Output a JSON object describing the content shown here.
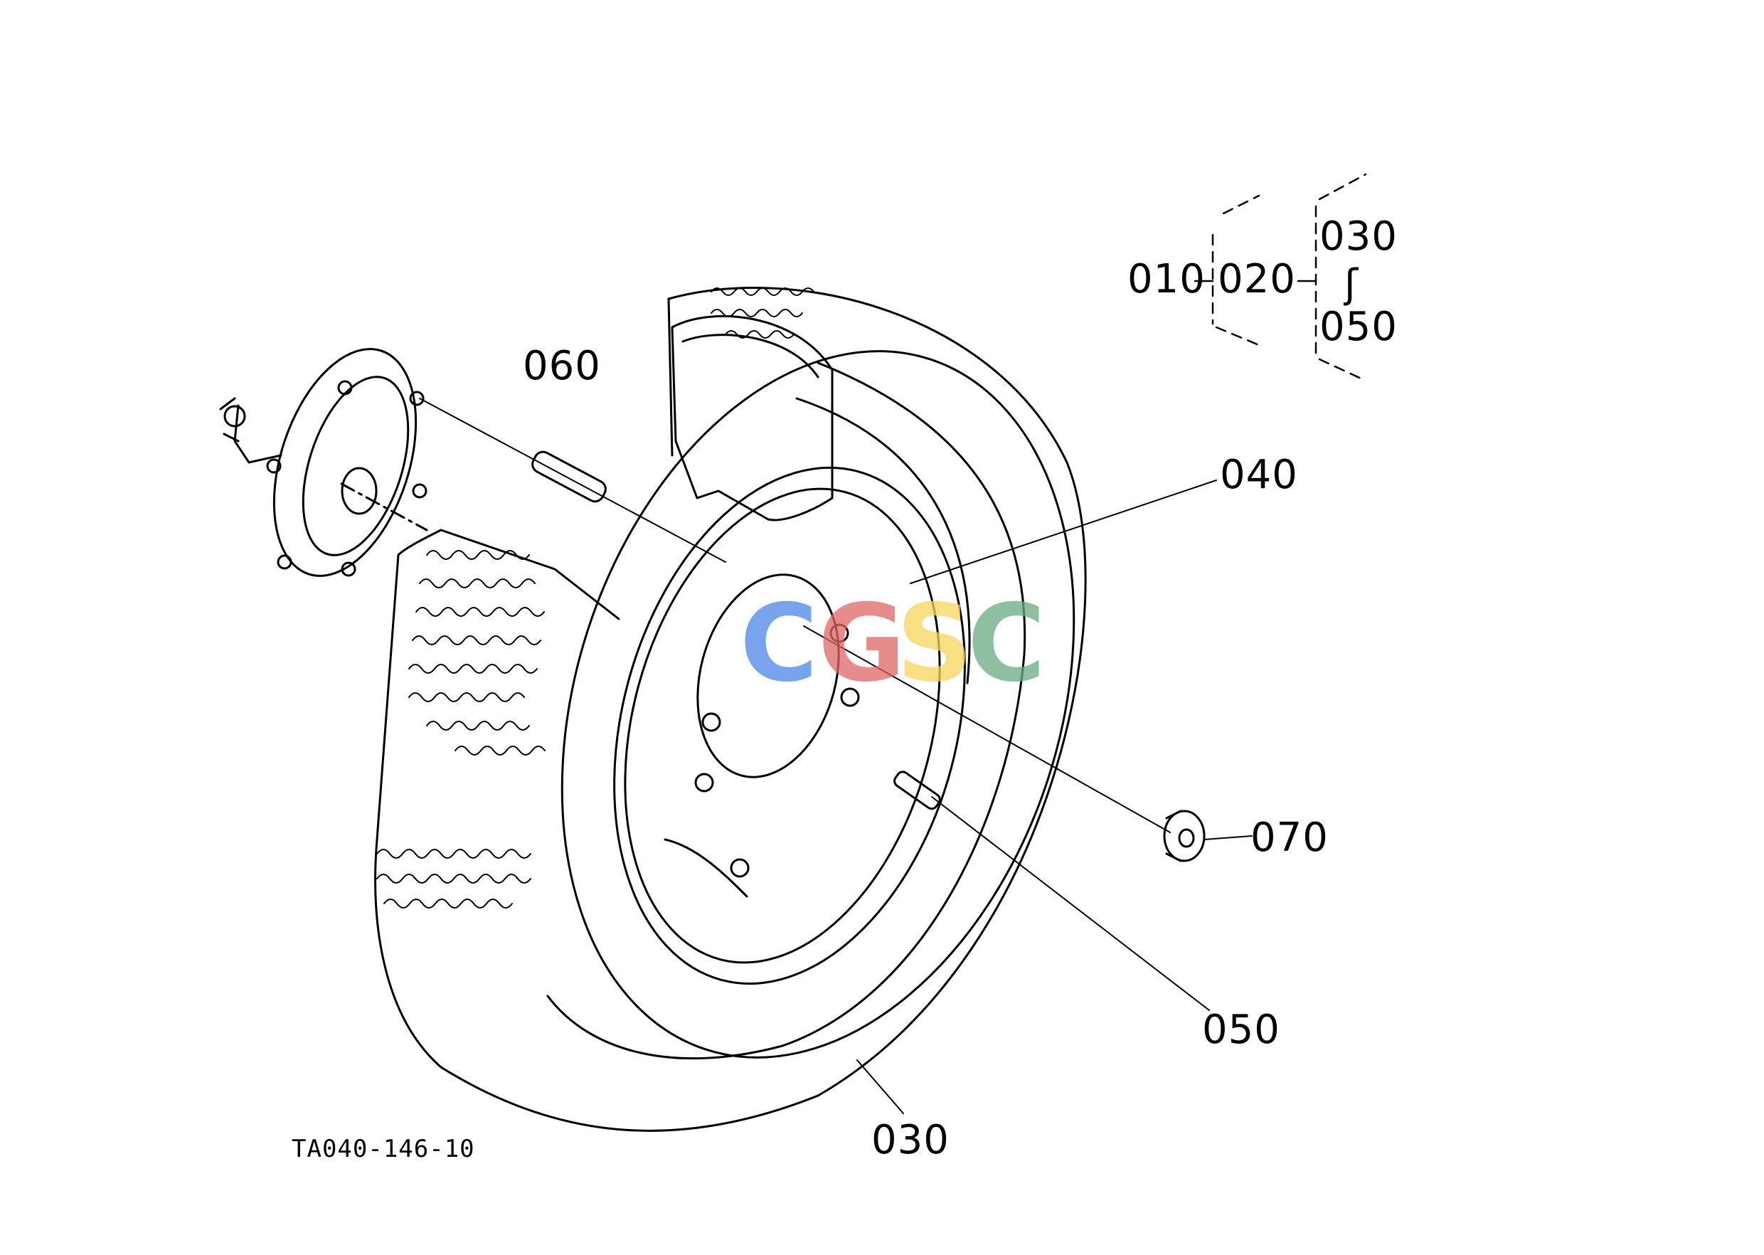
{
  "callouts": {
    "c010": "010",
    "c020": "020",
    "c030_top": "030",
    "c_range": "ʃ",
    "c050_top": "050",
    "c060": "060",
    "c040": "040",
    "c070": "070",
    "c050": "050",
    "c030": "030"
  },
  "drawing_number": "TA040-146-10",
  "watermark": {
    "letters": [
      "C",
      "G",
      "S",
      "C"
    ],
    "colors": [
      "#4a86e8",
      "#e06666",
      "#f6d55c",
      "#6aaa84"
    ]
  }
}
